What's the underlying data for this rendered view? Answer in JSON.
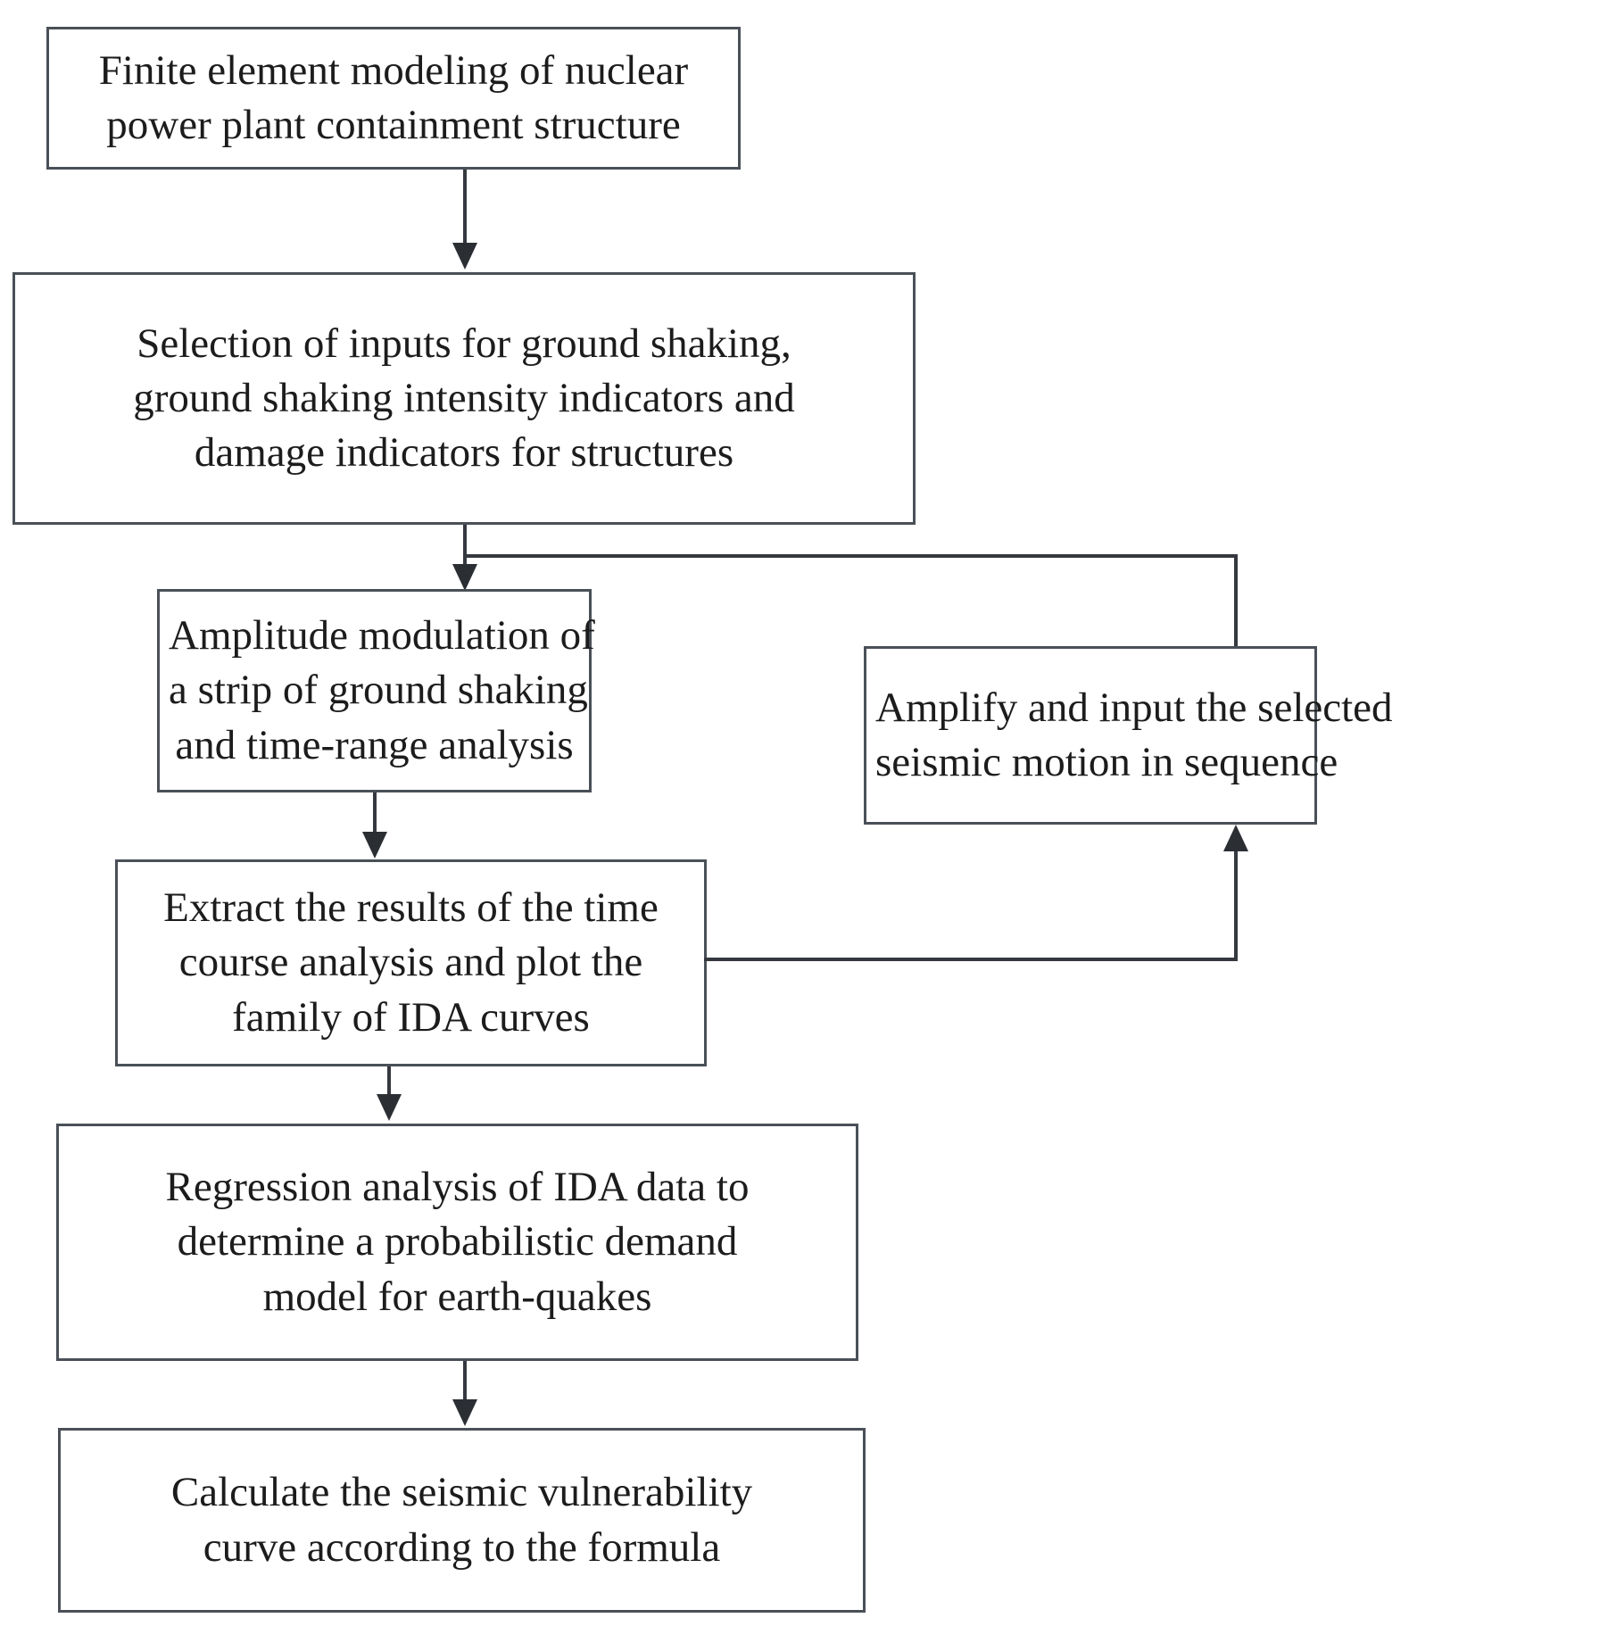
{
  "diagram": {
    "title": "Seismic vulnerability analysis flowchart",
    "colors": {
      "box_border": "#4a5058",
      "connector": "#35393f",
      "text": "#1c1c1c",
      "background": "#ffffff"
    },
    "nodes": [
      {
        "id": "finite-element-modeling",
        "lines": [
          "Finite element modeling of nuclear",
          "power plant containment structure"
        ]
      },
      {
        "id": "selection-of-inputs",
        "lines": [
          "Selection of inputs for ground shaking,",
          "ground shaking intensity indicators and",
          "damage indicators for structures"
        ]
      },
      {
        "id": "amplitude-modulation",
        "lines": [
          "Amplitude modulation of",
          "a strip of ground shaking",
          "and time-range analysis"
        ]
      },
      {
        "id": "amplify-and-input",
        "lines": [
          "Amplify and input the selected",
          "seismic motion in sequence"
        ]
      },
      {
        "id": "extract-results",
        "lines": [
          "Extract the results of the time",
          "course analysis and plot the",
          "family of IDA curves"
        ]
      },
      {
        "id": "regression-analysis",
        "lines": [
          "Regression analysis of IDA data to",
          "determine a probabilistic demand",
          "model for earth-quakes"
        ]
      },
      {
        "id": "calculate-vulnerability-curve",
        "lines": [
          "Calculate the seismic vulnerability",
          "curve according to the formula"
        ]
      }
    ],
    "edges": [
      {
        "id": "edge-modeling-to-selection",
        "from": "finite-element-modeling",
        "to": "selection-of-inputs",
        "kind": "arrow-down"
      },
      {
        "id": "edge-selection-to-amplitude",
        "from": "selection-of-inputs",
        "to": "amplitude-modulation",
        "kind": "arrow-down"
      },
      {
        "id": "edge-selection-to-amplify",
        "from": "selection-of-inputs",
        "to": "amplify-and-input",
        "kind": "branch-right-down"
      },
      {
        "id": "edge-amplitude-to-extract",
        "from": "amplitude-modulation",
        "to": "extract-results",
        "kind": "arrow-down"
      },
      {
        "id": "edge-extract-to-amplify",
        "from": "extract-results",
        "to": "amplify-and-input",
        "kind": "feedback-right-up"
      },
      {
        "id": "edge-extract-to-regression",
        "from": "extract-results",
        "to": "regression-analysis",
        "kind": "arrow-down"
      },
      {
        "id": "edge-regression-to-calculate",
        "from": "regression-analysis",
        "to": "calculate-vulnerability-curve",
        "kind": "arrow-down"
      }
    ]
  }
}
